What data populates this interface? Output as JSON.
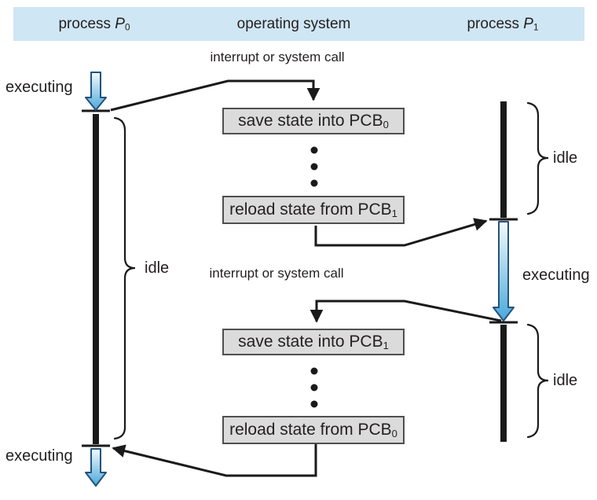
{
  "header": {
    "left": {
      "text": "process ",
      "var": "P",
      "sub": "0"
    },
    "center": {
      "text": "operating system"
    },
    "right": {
      "text": "process ",
      "var": "P",
      "sub": "1"
    }
  },
  "annotations": {
    "interrupt_top": "interrupt or system call",
    "interrupt_bottom": "interrupt or system call",
    "executing_p0_top": "executing",
    "executing_p0_bottom": "executing",
    "executing_p1": "executing",
    "idle_p0": "idle",
    "idle_p1_top": "idle",
    "idle_p1_bottom": "idle"
  },
  "boxes": [
    {
      "text": "save state into PCB",
      "sub": "0"
    },
    {
      "text": "reload state from PCB",
      "sub": "1"
    },
    {
      "text": "save state into PCB",
      "sub": "1"
    },
    {
      "text": "reload state from PCB",
      "sub": "0"
    }
  ],
  "colors": {
    "header_bg": "#cfe6f4",
    "box_bg": "#dbdbdb",
    "box_border": "#4f4f4f",
    "line_color": "#1a1a1a",
    "text_color": "#231f20",
    "arrow_grad_top": "#f4fafd",
    "arrow_grad_bottom": "#4aa9da",
    "arrow_stroke": "#24527c",
    "page_bg": "#ffffff"
  }
}
